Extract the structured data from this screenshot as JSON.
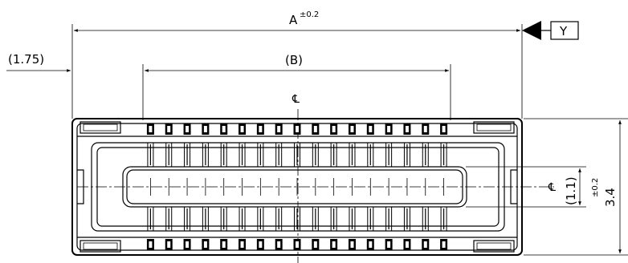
{
  "dimensions": {
    "overall_length": {
      "label": "A",
      "tolerance": "±0.2"
    },
    "datum": "Y",
    "offset": "(1.75)",
    "pitch_span": "(B)",
    "height": {
      "value": "3.4",
      "tolerance": "±0.2"
    },
    "inner_height": "(1.1)"
  },
  "centerline_symbol": "℄",
  "pins": {
    "top_row_count": 17,
    "bottom_row_count": 17
  }
}
